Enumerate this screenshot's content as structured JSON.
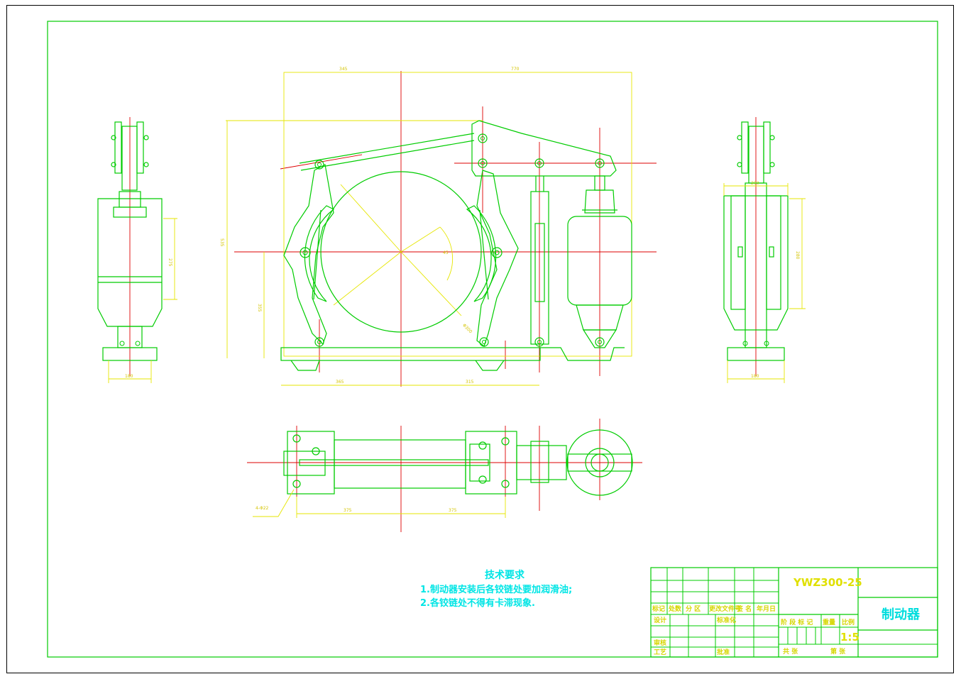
{
  "drawing": {
    "colors": {
      "outline": "#00cc00",
      "center": "#dd0000",
      "dimension": "#e6e600",
      "text": "#00e5e5",
      "frame": "#000000"
    },
    "front_dims": {
      "top_left": "345",
      "top_right": "770",
      "height": "535",
      "base_h": "355",
      "bottom_left": "365",
      "bottom_right": "315",
      "angle": "45",
      "dia": "Φ300"
    },
    "left_dims": {
      "height": "275",
      "width": "180"
    },
    "right_dims": {
      "top": "203",
      "height": "280",
      "width": "180"
    },
    "bottom_dims": {
      "left": "375",
      "right": "375",
      "hole": "4-Φ22"
    }
  },
  "tech": {
    "title": "技术要求",
    "line1": "1.制动器安装后各铰链处要加润滑油;",
    "line2": "2.各铰链处不得有卡滞现象."
  },
  "titleblock": {
    "model": "YWZ300-25",
    "name": "制动器",
    "row_labels": [
      "标记",
      "处数",
      "分 区",
      "更改文件号",
      "签 名",
      "年月日"
    ],
    "design": "设计",
    "standard": "标准化",
    "stage": "阶 段 标 记",
    "weight": "重量",
    "scale_label": "比例",
    "scale": "1:5",
    "review": "审核",
    "process": "工艺",
    "approve": "批准",
    "total": "共 张",
    "sheet": "第 张"
  }
}
